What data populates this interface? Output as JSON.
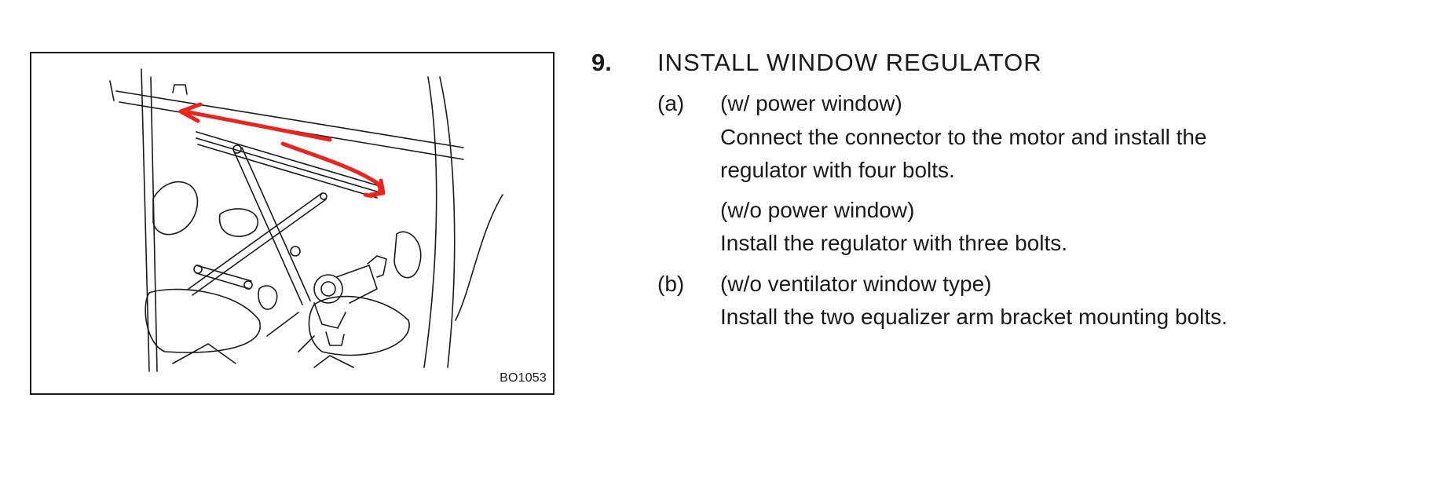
{
  "figure": {
    "code": "BO1053",
    "annotation_color": "#e8251f",
    "line_color": "#1a1a1a"
  },
  "step": {
    "number": "9.",
    "title": "INSTALL WINDOW REGULATOR",
    "items": [
      {
        "label": "(a)",
        "blocks": [
          {
            "condition": "(w/ power window)",
            "lines": [
              "Connect the connector to the motor and install the",
              "regulator with four bolts."
            ]
          },
          {
            "condition": "(w/o power window)",
            "lines": [
              "Install the regulator with three bolts."
            ]
          }
        ]
      },
      {
        "label": "(b)",
        "blocks": [
          {
            "condition": "(w/o ventilator window type)",
            "lines": [
              "Install the two equalizer arm bracket mounting bolts."
            ]
          }
        ]
      }
    ]
  }
}
